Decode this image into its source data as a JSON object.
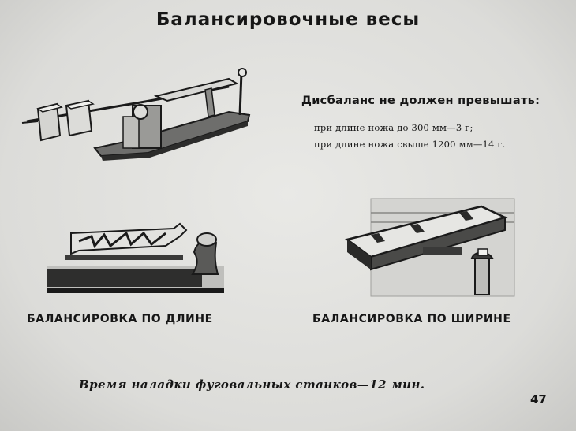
{
  "slide": {
    "title": "Балансировочные весы",
    "spec": {
      "heading": "Дисбаланс не должен превышать:",
      "lines": [
        "при длине ножа до 300 мм—3 г;",
        "при длине ножа свыше 1200 мм—14 г."
      ]
    },
    "captions": {
      "length": "БАЛАНСИРОВКА ПО ДЛИНЕ",
      "width": "БАЛАНСИРОВКА ПО ШИРИНЕ"
    },
    "footer": "Время наладки фуговальных станков—12 мин.",
    "page_number": "47"
  },
  "illustrations": {
    "scale_device": "balancing-scale-drawing",
    "length_balancing": "length-balancing-drawing",
    "width_balancing": "width-balancing-drawing"
  }
}
